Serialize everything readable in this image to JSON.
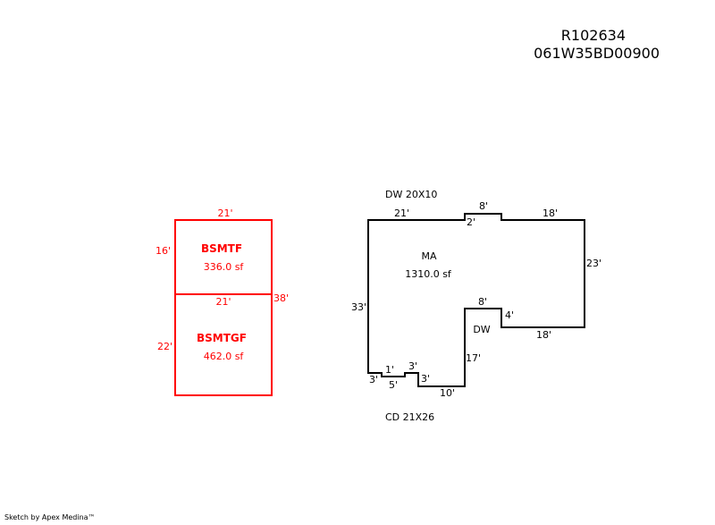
{
  "header": {
    "account_id": "R102634",
    "map_tax_lot": "061W35BD00900"
  },
  "colors": {
    "basement": "#ff0000",
    "main": "#000000"
  },
  "basement": {
    "top_width": "21'",
    "upper_height": "16'",
    "mid_width": "21'",
    "right_height": "38'",
    "lower_height": "22'",
    "upper_label": "BSMTF",
    "upper_area": "336.0 sf",
    "lower_label": "BSMTGF",
    "lower_area": "462.0 sf"
  },
  "main": {
    "top_note": "DW 20X10",
    "bottom_note": "CD 21X26",
    "label": "MA",
    "area": "1310.0 sf",
    "inner_label": "DW",
    "dims": {
      "top_left": "21'",
      "bump_rise": "2'",
      "bump_top": "8'",
      "top_right": "18'",
      "right": "23'",
      "notch_bottom": "18'",
      "notch_side": "4'",
      "notch_top": "8'",
      "inner_vertical": "17'",
      "bottom_right": "10'",
      "step_right": "3'",
      "step_top": "3'",
      "step_bottom": "5'",
      "step_left_rise": "1'",
      "bottom_left": "3'",
      "left": "33'"
    }
  },
  "footer": "Sketch by Apex Medina™"
}
